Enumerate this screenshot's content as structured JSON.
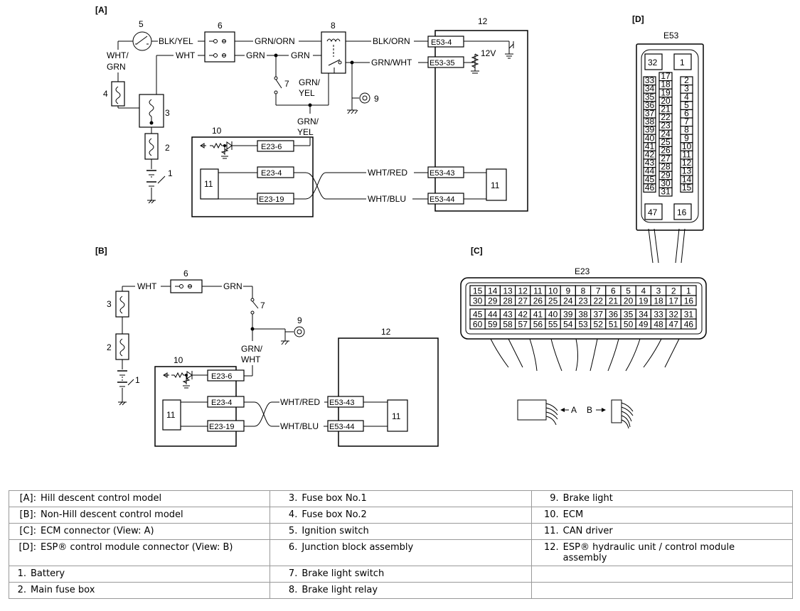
{
  "sections": {
    "a": "[A]",
    "b": "[B]",
    "c": "[C]",
    "d": "[D]"
  },
  "callouts": {
    "n1": "1",
    "n2": "2",
    "n3": "3",
    "n4": "4",
    "n5": "5",
    "n6": "6",
    "n7": "7",
    "n8": "8",
    "n9": "9",
    "n10": "10",
    "n11": "11",
    "n12": "12"
  },
  "wires": {
    "blk_yel": "BLK/YEL",
    "grn_orn": "GRN/ORN",
    "blk_orn": "BLK/ORN",
    "wht": "WHT",
    "grn": "GRN",
    "grn_wht": "GRN/WHT",
    "wht_line1": "WHT/",
    "grn_line2": "GRN",
    "grn_line1": "GRN/",
    "yel_line2": "YEL",
    "wht_line2": "WHT",
    "wht_red": "WHT/RED",
    "wht_blu": "WHT/BLU",
    "v12": "12V"
  },
  "terminals": {
    "e53_4": "E53-4",
    "e53_35": "E53-35",
    "e53_43": "E53-43",
    "e53_44": "E53-44",
    "e23_6": "E23-6",
    "e23_4": "E23-4",
    "e23_19": "E23-19"
  },
  "connector_d": {
    "name": "E53",
    "top_pins": [
      "32",
      "1"
    ],
    "left_pins": [
      "33",
      "34",
      "35",
      "36",
      "37",
      "38",
      "39",
      "40",
      "41",
      "42",
      "43",
      "44",
      "45",
      "46"
    ],
    "mid_pins": [
      "17",
      "18",
      "19",
      "20",
      "21",
      "22",
      "23",
      "24",
      "25",
      "26",
      "27",
      "28",
      "29",
      "30",
      "31"
    ],
    "right_pins": [
      "2",
      "3",
      "4",
      "5",
      "6",
      "7",
      "8",
      "9",
      "10",
      "11",
      "12",
      "13",
      "14",
      "15"
    ],
    "bottom_pins": [
      "47",
      "16"
    ]
  },
  "connector_c": {
    "name": "E23",
    "row1": [
      "15",
      "14",
      "13",
      "12",
      "11",
      "10",
      "9",
      "8",
      "7",
      "6",
      "5",
      "4",
      "3",
      "2",
      "1"
    ],
    "row2": [
      "30",
      "29",
      "28",
      "27",
      "26",
      "25",
      "24",
      "23",
      "22",
      "21",
      "20",
      "19",
      "18",
      "17",
      "16"
    ],
    "row3": [
      "45",
      "44",
      "43",
      "42",
      "41",
      "40",
      "39",
      "38",
      "37",
      "36",
      "35",
      "34",
      "33",
      "32",
      "31"
    ],
    "row4": [
      "60",
      "59",
      "58",
      "57",
      "56",
      "55",
      "54",
      "53",
      "52",
      "51",
      "50",
      "49",
      "48",
      "47",
      "46"
    ],
    "view_a": "A",
    "view_b": "B"
  },
  "legend": [
    [
      {
        "num": "[A]:",
        "text": "Hill descent control model"
      },
      {
        "num": "3.",
        "text": "Fuse box No.1"
      },
      {
        "num": "9.",
        "text": "Brake light"
      }
    ],
    [
      {
        "num": "[B]:",
        "text": "Non-Hill descent control model"
      },
      {
        "num": "4.",
        "text": "Fuse box No.2"
      },
      {
        "num": "10.",
        "text": "ECM"
      }
    ],
    [
      {
        "num": "[C]:",
        "text": "ECM connector (View: A)"
      },
      {
        "num": "5.",
        "text": "Ignition switch"
      },
      {
        "num": "11.",
        "text": "CAN driver"
      }
    ],
    [
      {
        "num": "[D]:",
        "text": "ESP® control module connector (View: B)"
      },
      {
        "num": "6.",
        "text": "Junction block assembly"
      },
      {
        "num": "12.",
        "text": "ESP® hydraulic unit / control module assembly"
      }
    ],
    [
      {
        "num": "1.",
        "text": "Battery"
      },
      {
        "num": "7.",
        "text": "Brake light switch"
      },
      {
        "num": "",
        "text": ""
      }
    ],
    [
      {
        "num": "2.",
        "text": "Main fuse box"
      },
      {
        "num": "8.",
        "text": "Brake light relay"
      },
      {
        "num": "",
        "text": ""
      }
    ]
  ]
}
